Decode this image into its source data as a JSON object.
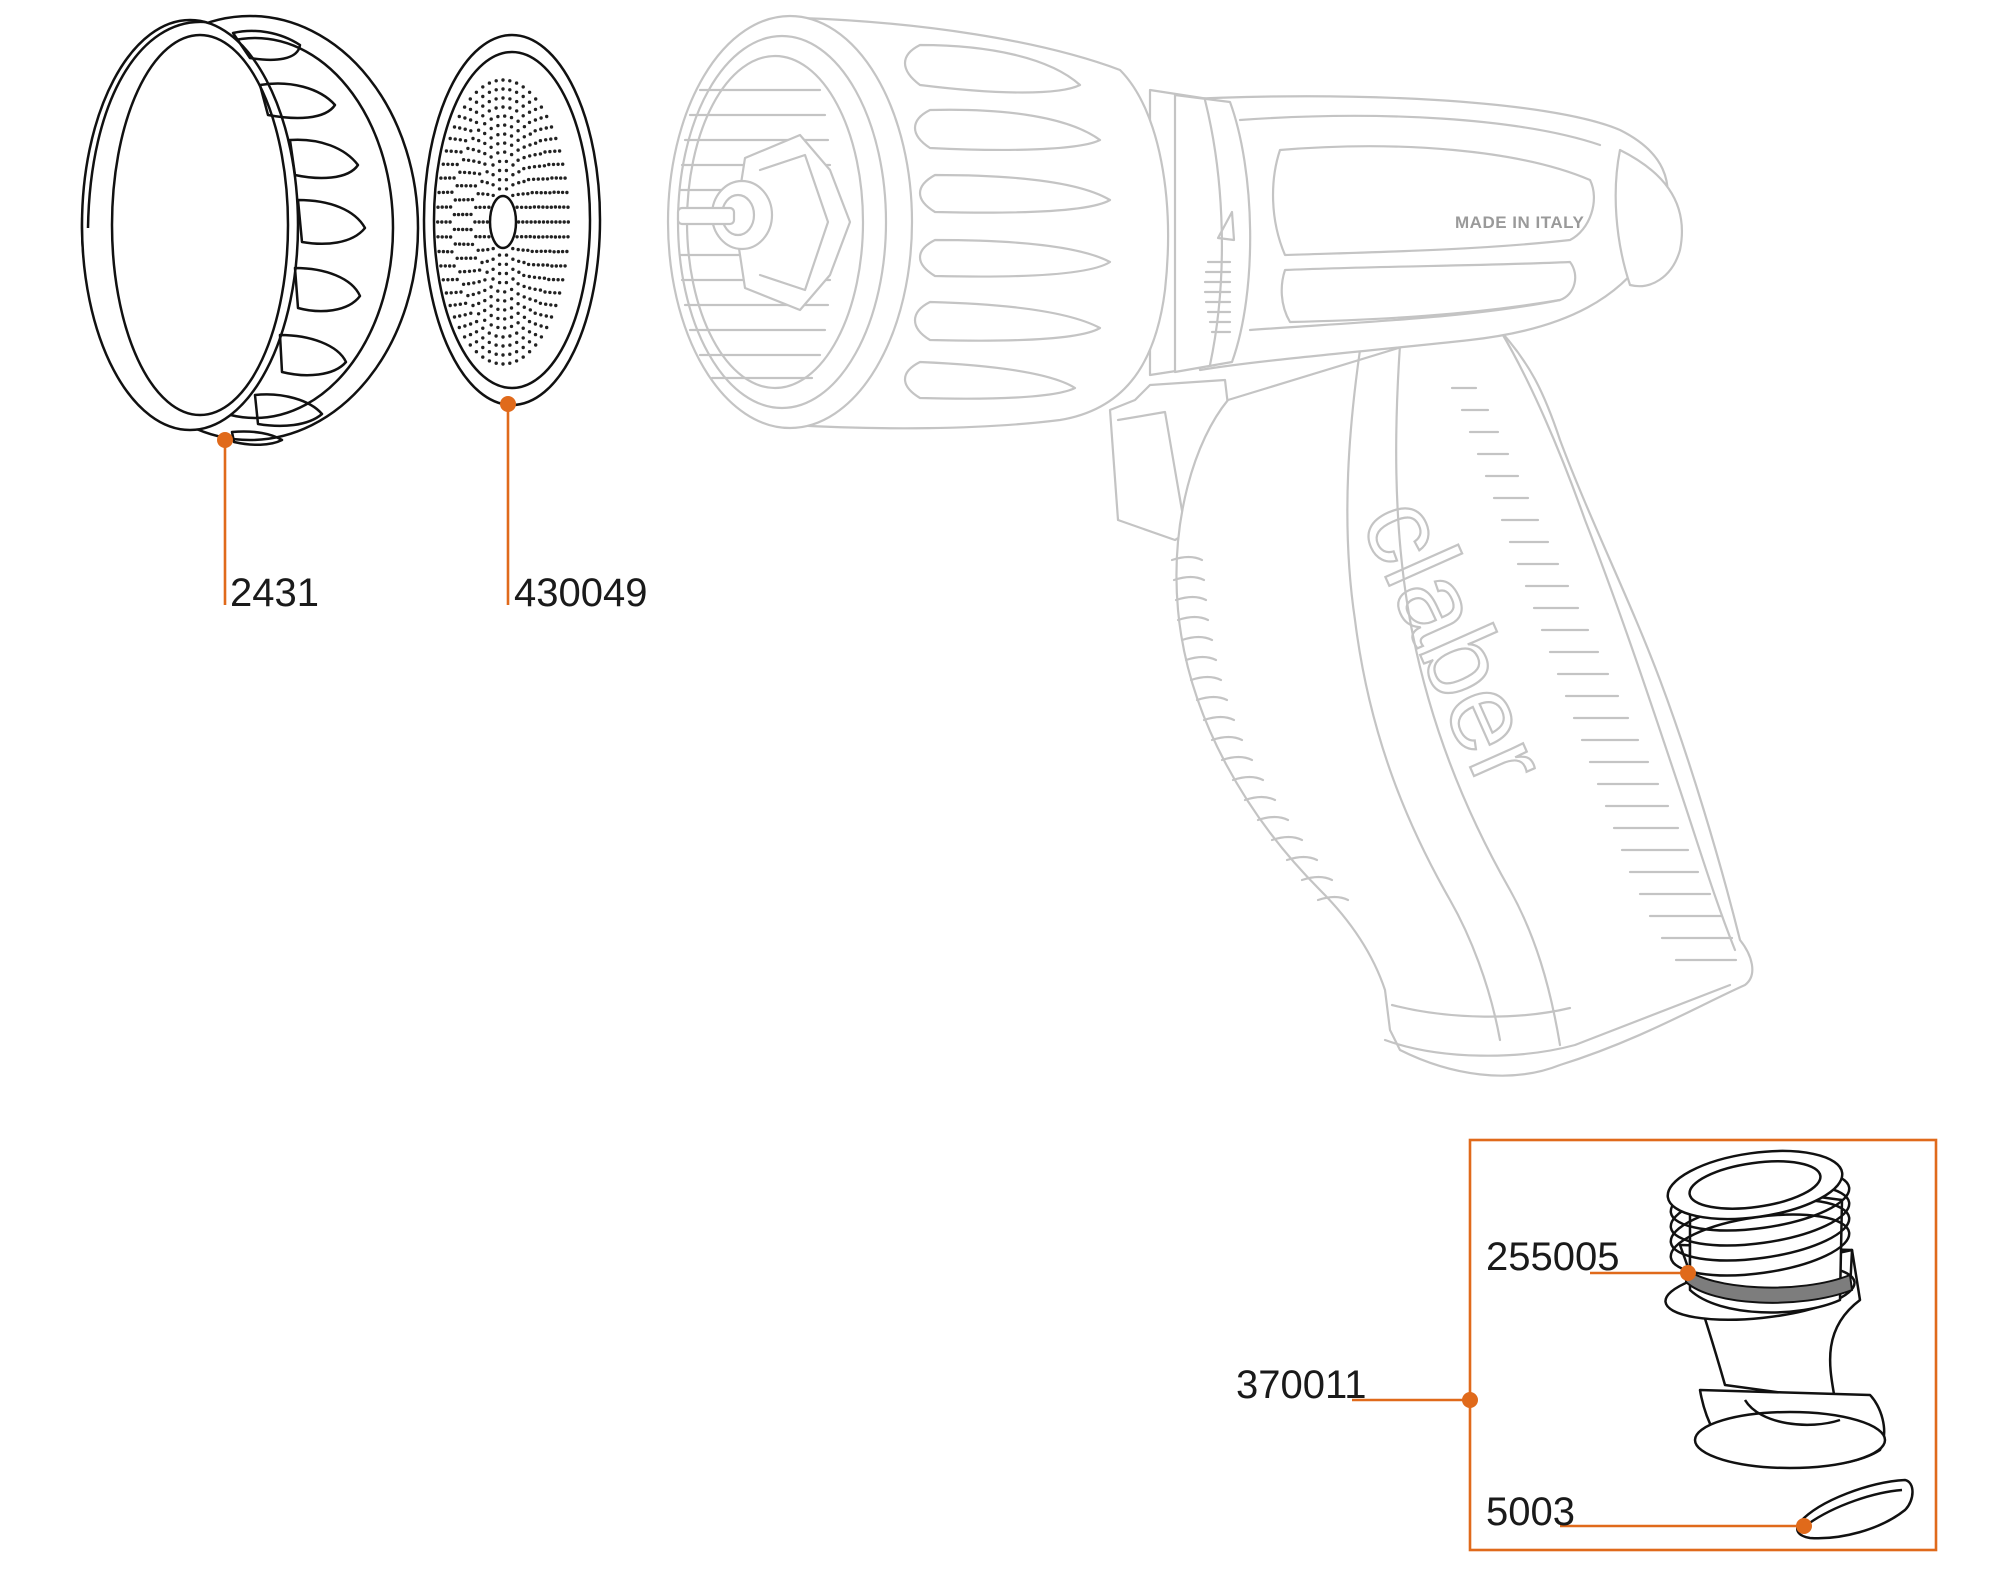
{
  "diagram": {
    "part_labels": [
      {
        "id": "ring",
        "text": "2431"
      },
      {
        "id": "sprinkler-disc",
        "text": "430049"
      },
      {
        "id": "o-ring",
        "text": "255005"
      },
      {
        "id": "adapter-kit",
        "text": "370011"
      },
      {
        "id": "washer",
        "text": "5003"
      }
    ],
    "embossed": {
      "made_in": "MADE IN ITALY",
      "brand": "claber"
    },
    "colors": {
      "accent": "#e06a1b",
      "part_outline": "#111111",
      "ghost_outline": "#c4c4c4",
      "label_text": "#1a1a1a"
    }
  }
}
